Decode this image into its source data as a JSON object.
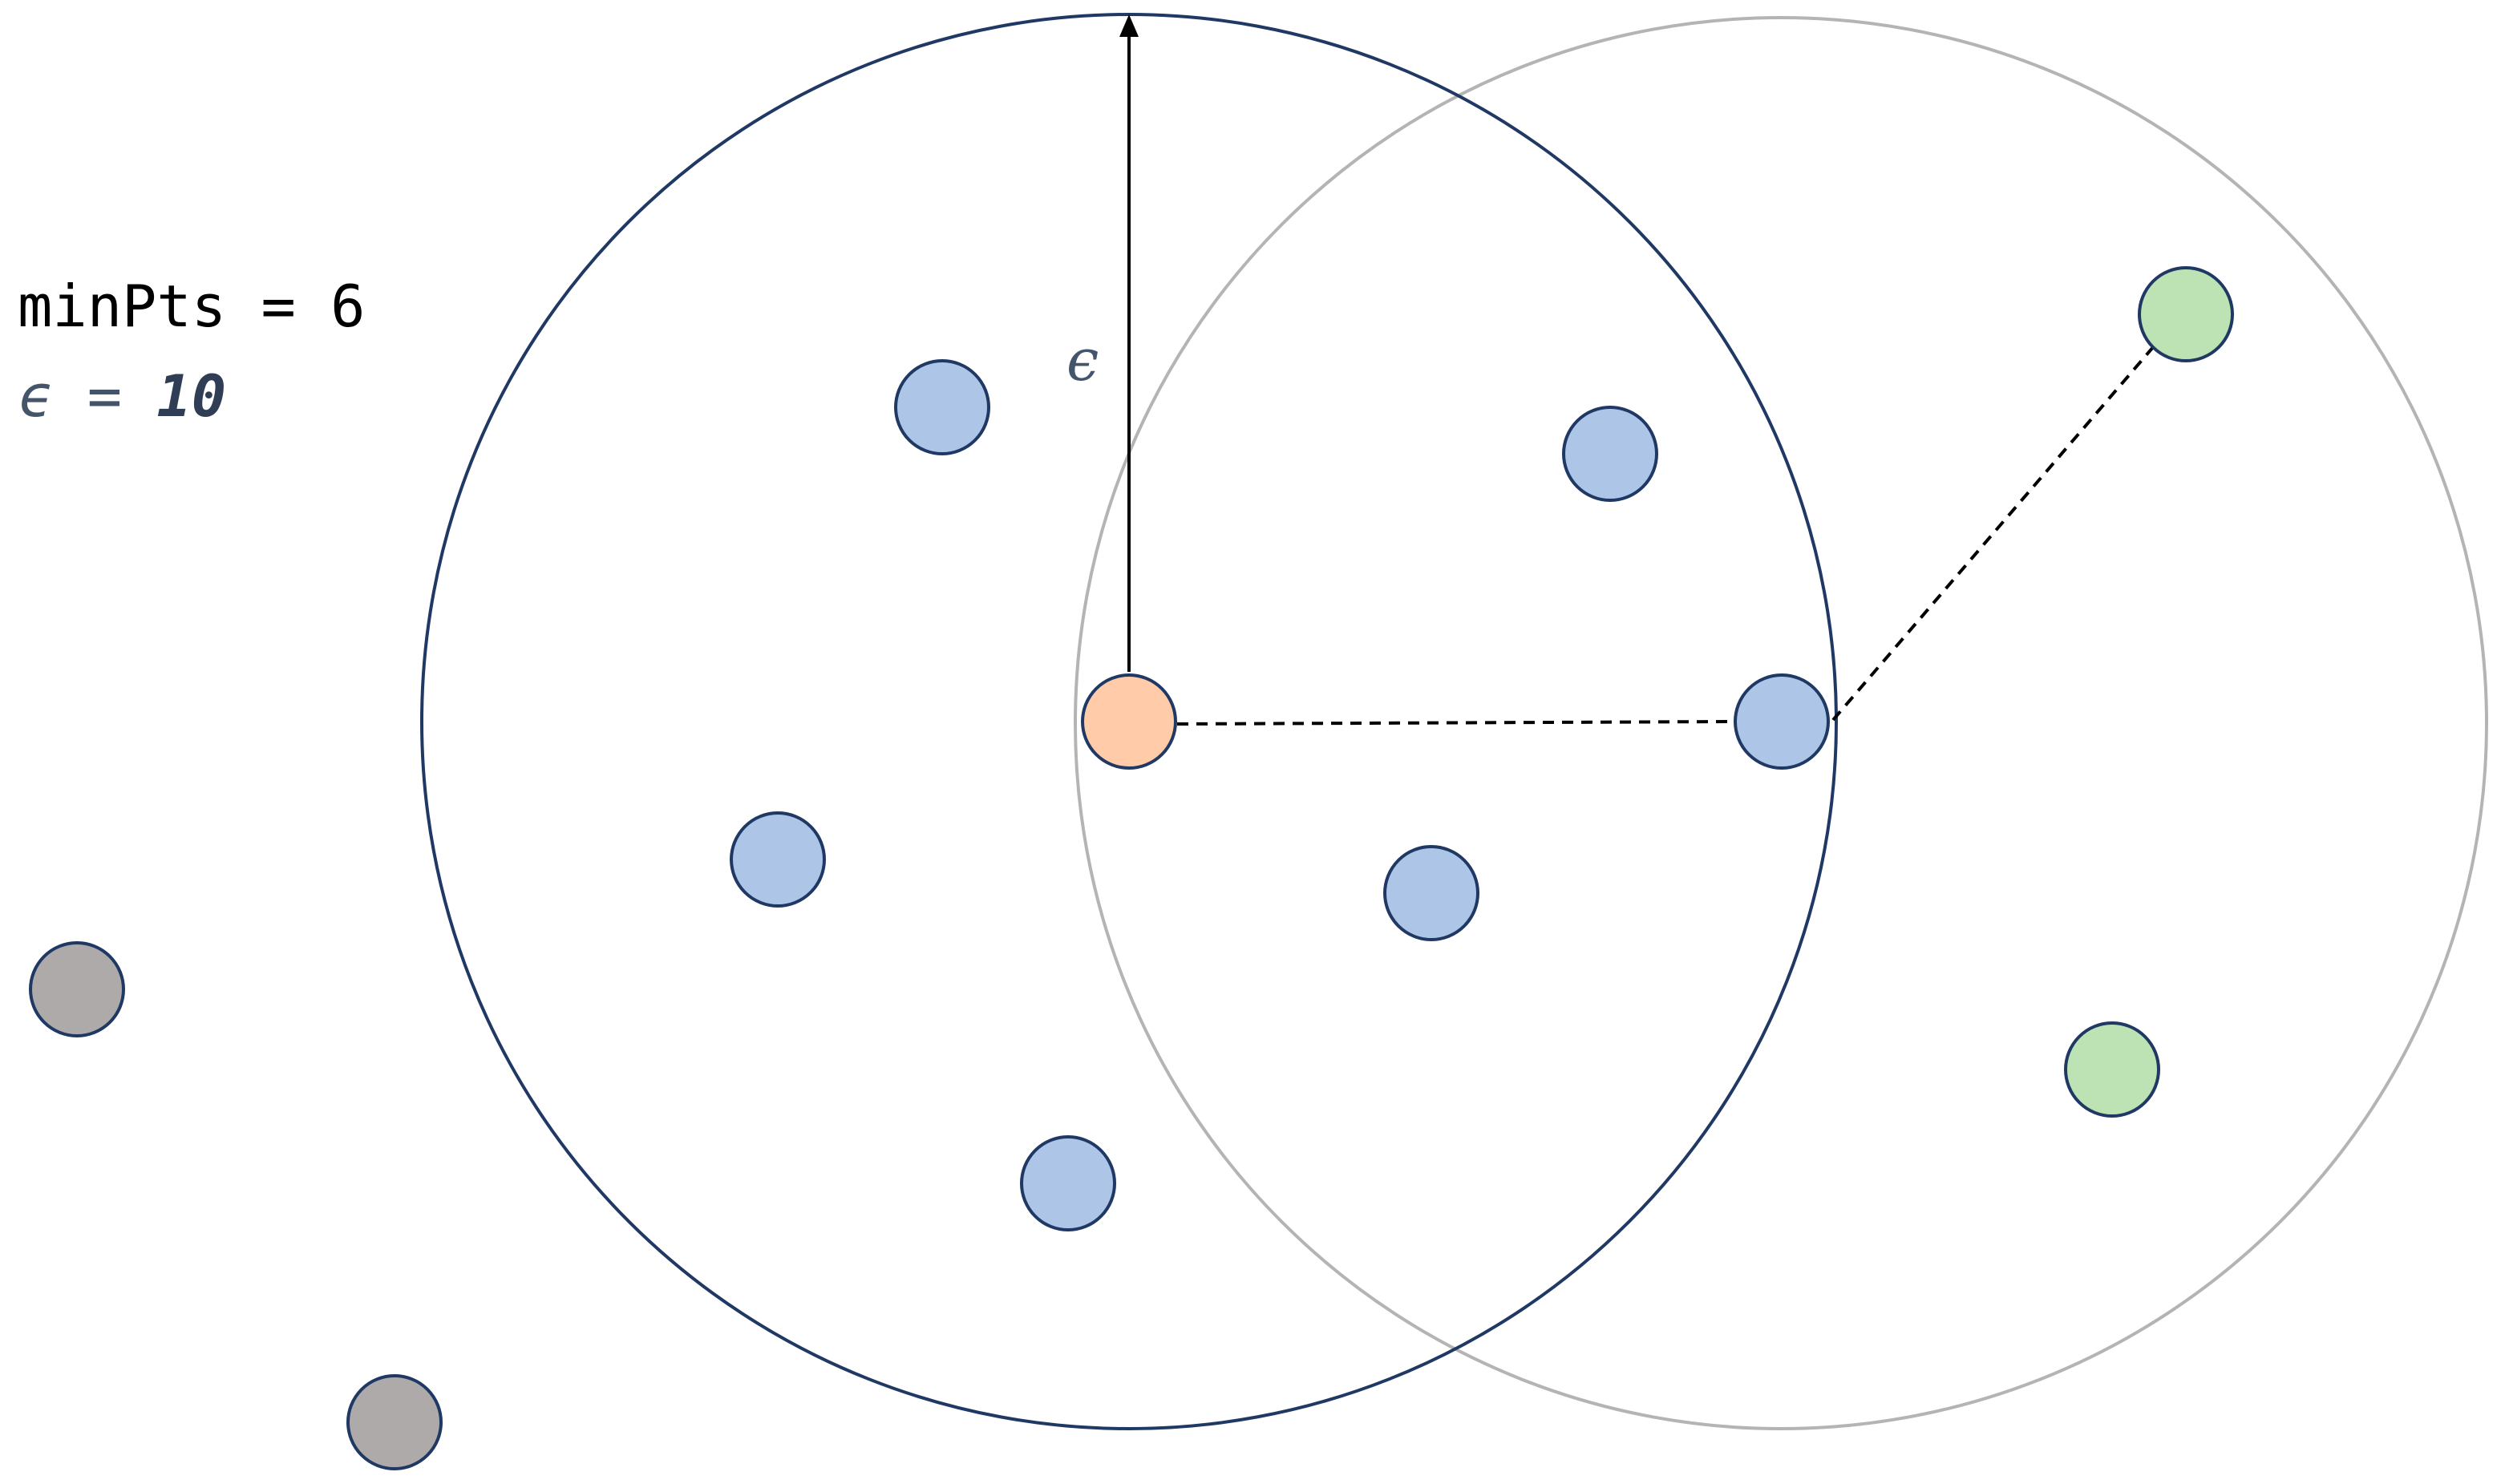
{
  "params": {
    "minpts_label": "minPts",
    "minpts_eq": " = ",
    "minpts_value": "6",
    "eps_symbol": "ϵ",
    "eps_eq": " = ",
    "eps_value": "10"
  },
  "radius_label": "ϵ",
  "colors": {
    "core_circle": "#1f3864",
    "neighbor_circle": "#b4b4b4",
    "core_point_fill": "#ffcba8",
    "border_point_fill": "#adc6e8",
    "reachable_point_fill": "#bde3b5",
    "noise_point_fill": "#aeaaaa",
    "point_stroke": "#1f3864",
    "label_color": "#44546a"
  }
}
